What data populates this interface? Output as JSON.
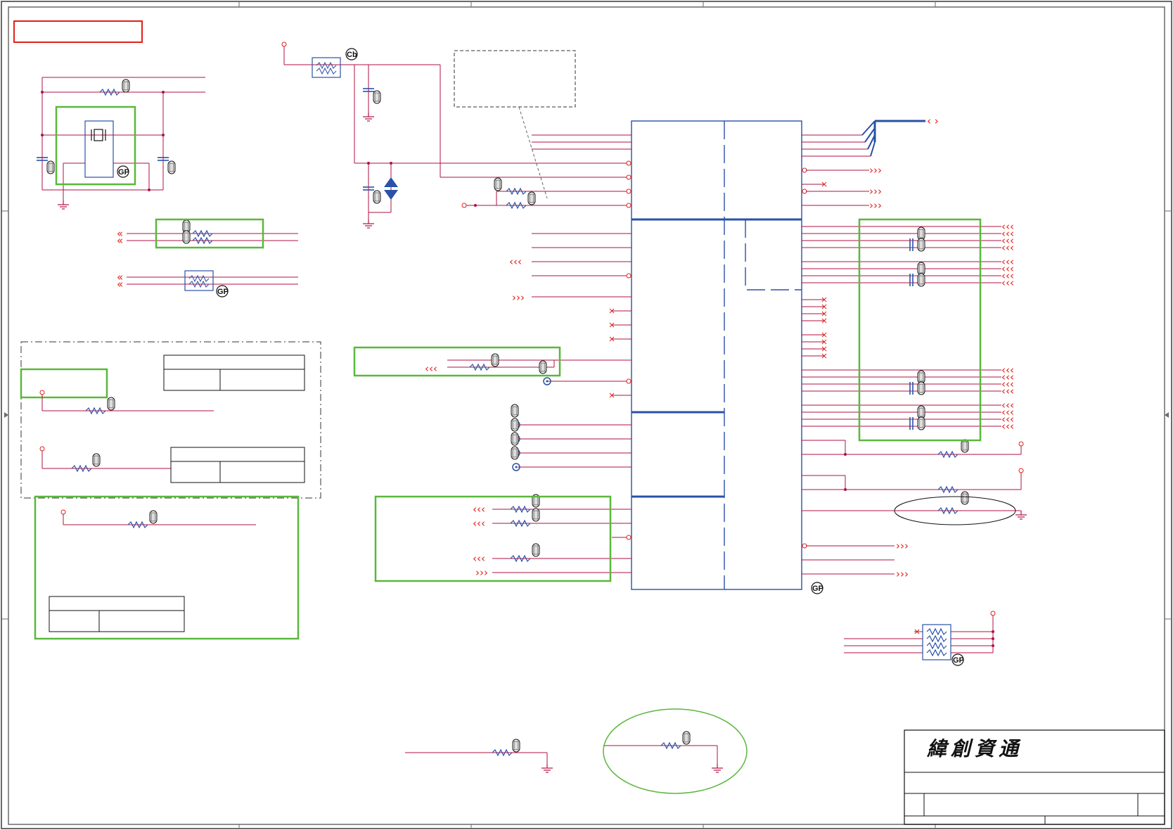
{
  "title_block": {
    "company_logo_text": "緯創資通"
  },
  "markers": {
    "gp": "GP",
    "cb": "Cb"
  },
  "colors": {
    "wire": "#b01040",
    "net_red": "#e0201a",
    "part_blue": "#2a50a8",
    "highlight_green": "#5ab83c",
    "frame_grey": "#6a6a6a"
  },
  "icons": [
    "resistor-icon",
    "capacitor-icon",
    "crystal-icon",
    "ferrite-bead-icon",
    "ground-icon",
    "esd-diode-icon",
    "off-page-connector-icon",
    "no-connect-icon",
    "test-point-icon"
  ]
}
